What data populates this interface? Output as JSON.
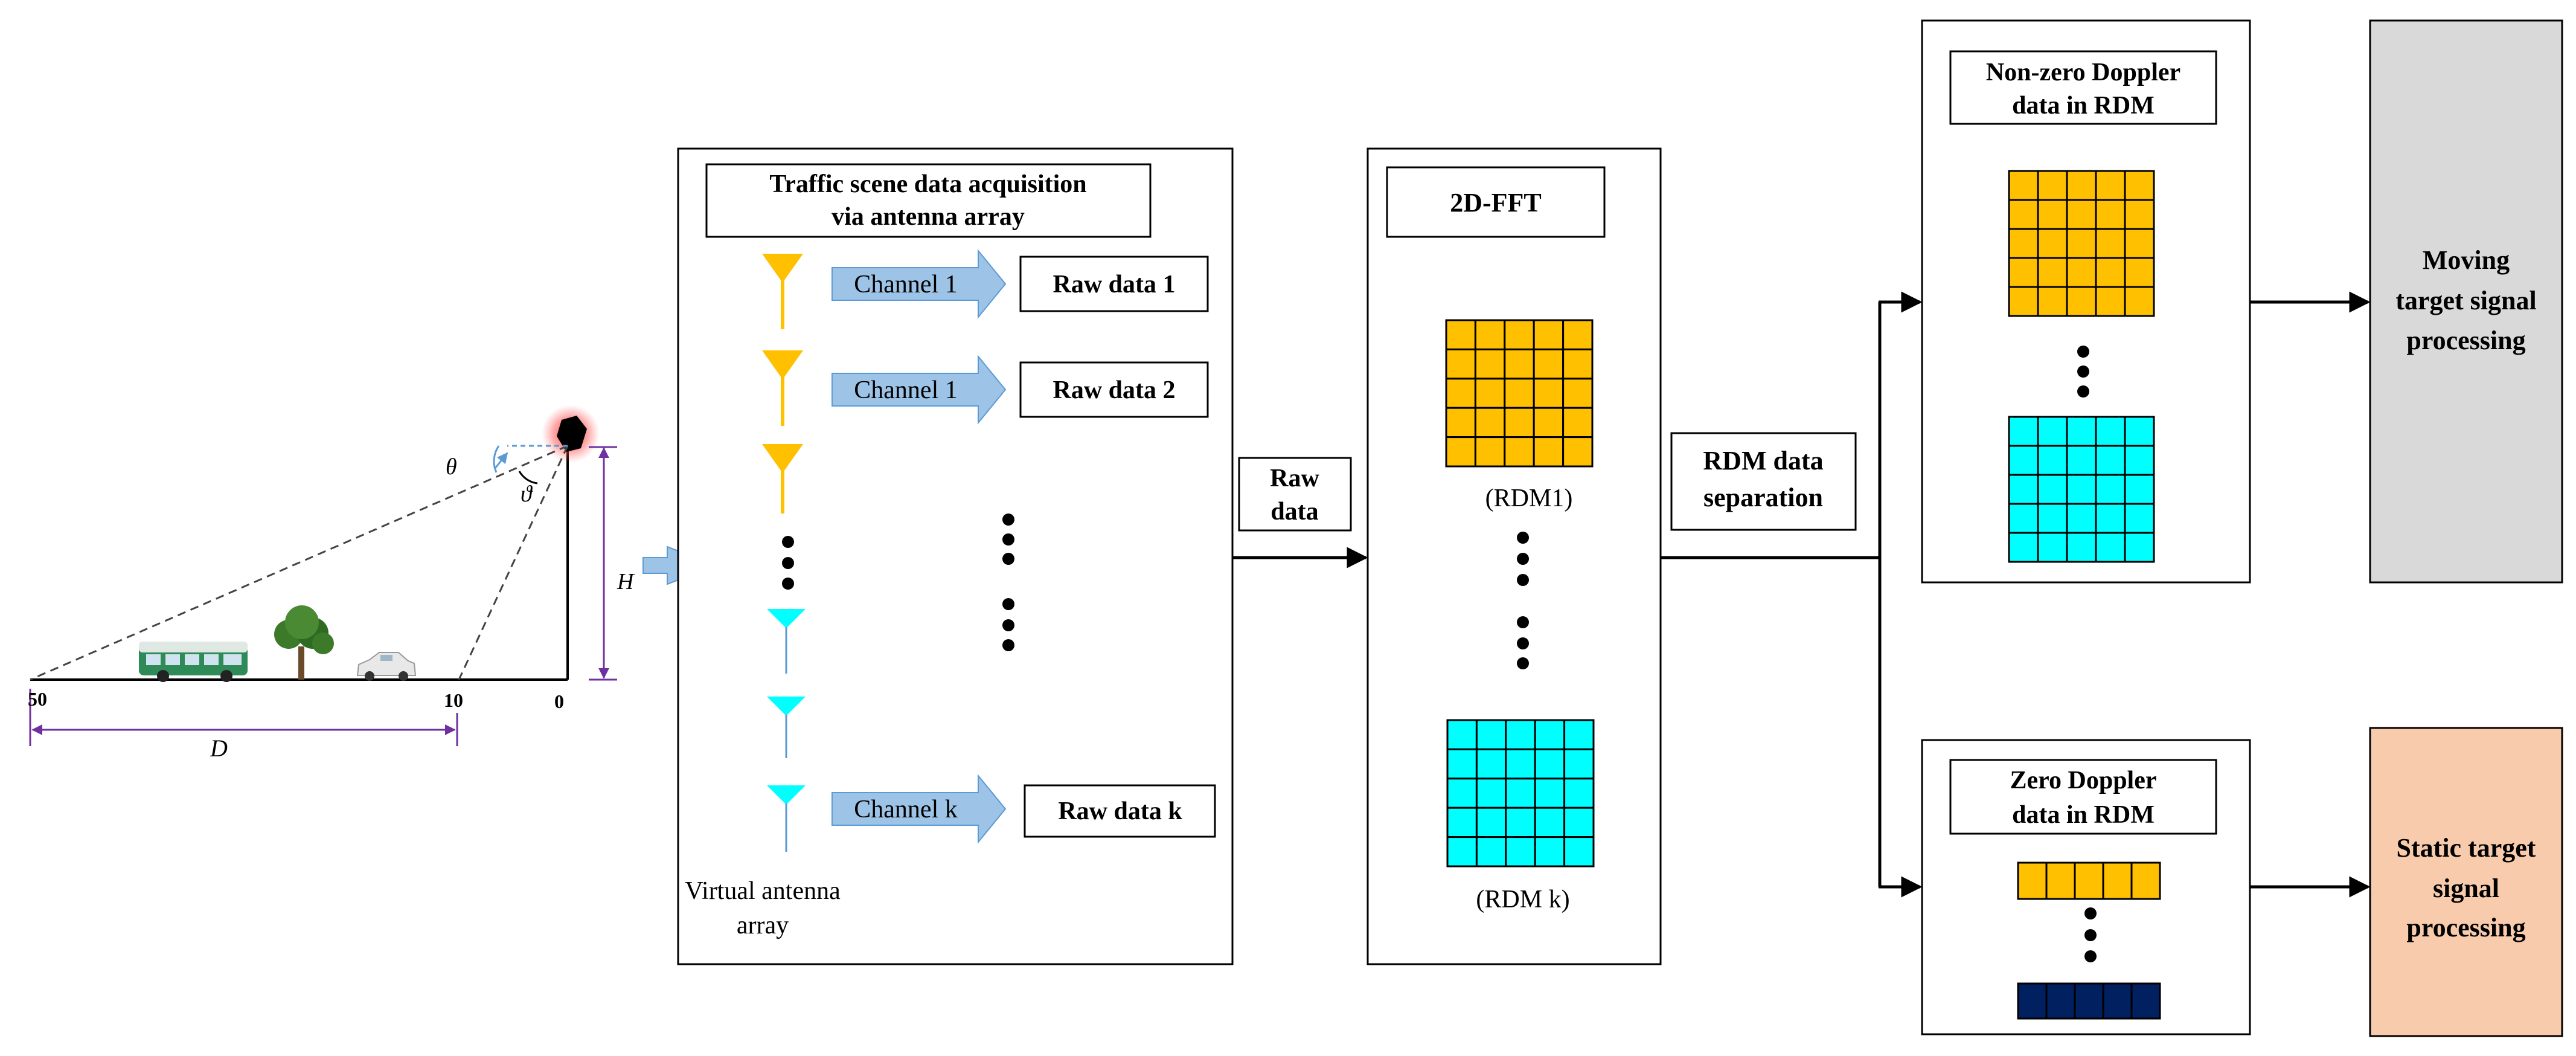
{
  "scene": {
    "angle_theta": "θ",
    "angle_vartheta": "ϑ",
    "height_label": "H",
    "distance_label": "D",
    "tick_50": "50",
    "tick_10": "10",
    "tick_0": "0"
  },
  "acquisition": {
    "title_line1": "Traffic scene data acquisition",
    "title_line2": "via antenna array",
    "channel_1a": "Channel 1",
    "channel_1b": "Channel 1",
    "channel_k": "Channel k",
    "raw_1": "Raw data 1",
    "raw_2": "Raw data 2",
    "raw_k": "Raw data k",
    "antenna_line1": "Virtual antenna",
    "antenna_line2": "array"
  },
  "raw_data_label": {
    "line1": "Raw",
    "line2": "data"
  },
  "fft": {
    "title": "2D-FFT",
    "rdm1": "(RDM1)",
    "rdmk": "(RDM k)"
  },
  "separation": {
    "line1": "RDM data",
    "line2": "separation"
  },
  "nonzero": {
    "line1": "Non-zero Doppler",
    "line2": "data in RDM"
  },
  "zero": {
    "line1": "Zero Doppler",
    "line2": "data in RDM"
  },
  "moving": {
    "line1": "Moving",
    "line2": "target signal",
    "line3": "processing"
  },
  "static": {
    "line1": "Static target",
    "line2": "signal",
    "line3": "processing"
  },
  "colors": {
    "orange": "#FFC000",
    "cyan": "#00FFFF",
    "navy": "#002060",
    "arrow_blue": "#9DC3E6",
    "purple": "#7030A0",
    "gray_box": "#D9D9D9",
    "peach_box": "#F8CBAD"
  }
}
